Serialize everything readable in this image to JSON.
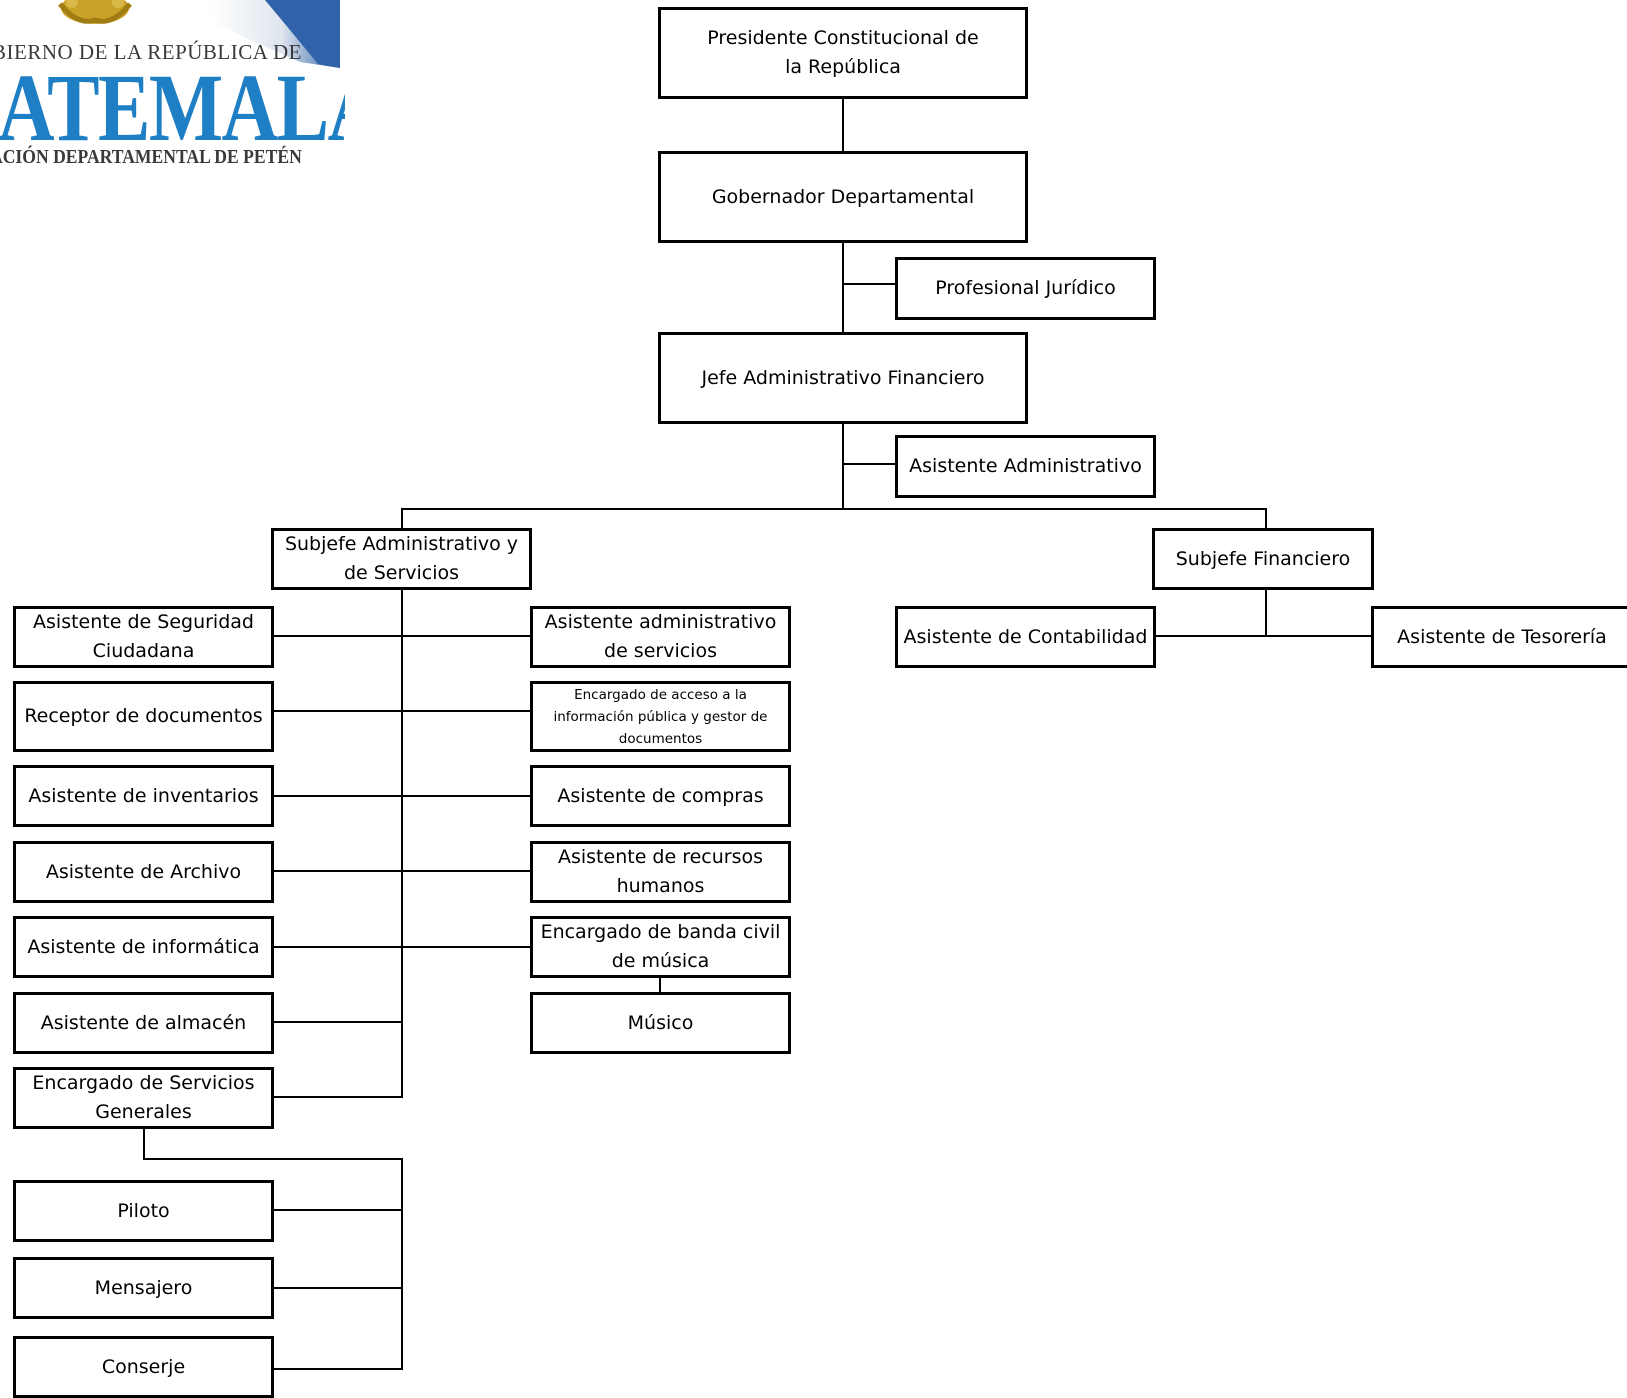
{
  "logo": {
    "line1": "BIERNO DE LA REPÚBLICA DE",
    "line2": "JATEMALA",
    "line3": "ACIÓN DEPARTAMENTAL DE PETÉN",
    "colors": {
      "banner": "#1f7fc4",
      "seal": "#c9a227"
    }
  },
  "org": {
    "presidente": "Presidente Constitucional de la República",
    "gobernador": "Gobernador Departamental",
    "juridico": "Profesional Jurídico",
    "jefe_admin": "Jefe Administrativo Financiero",
    "asist_admin": "Asistente Administrativo",
    "subjefe_admin": "Subjefe Administrativo y de Servicios",
    "subjefe_fin": "Subjefe Financiero",
    "asist_contab": "Asistente de Contabilidad",
    "asist_tesoreria": "Asistente de Tesorería",
    "left_col": [
      "Asistente de Seguridad Ciudadana",
      "Receptor de documentos",
      "Asistente de inventarios",
      "Asistente de Archivo",
      "Asistente de informática",
      "Asistente de almacén",
      "Encargado de Servicios Generales"
    ],
    "right_col": [
      "Asistente administrativo de servicios",
      "Encargado de acceso a la información pública y gestor de documentos",
      "Asistente de compras",
      "Asistente de recursos humanos",
      "Encargado de banda civil de música",
      "Músico"
    ],
    "services": [
      "Piloto",
      "Mensajero",
      "Conserje"
    ]
  }
}
